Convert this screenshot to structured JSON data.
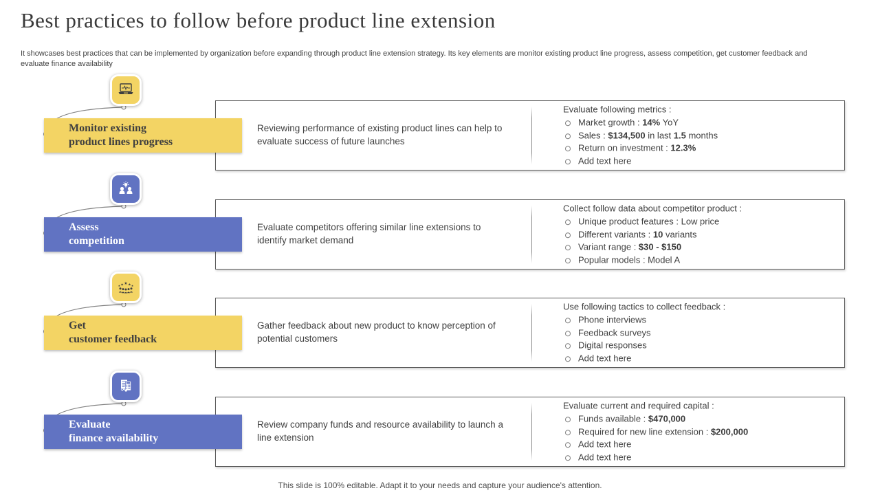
{
  "slide": {
    "title": "Best practices to follow before product line extension",
    "subtitle": "It showcases best practices that can be implemented by organization before expanding through product line extension strategy. Its key elements are monitor existing product line progress, assess competition, get customer feedback and evaluate finance availability",
    "footer": "This slide is 100% editable. Adapt it to your needs and capture your audience's attention."
  },
  "colors": {
    "yellow": "#f3d464",
    "blue": "#6173c2",
    "text_dark": "#3f3f3f",
    "box_border": "#595959"
  },
  "rows": [
    {
      "theme": "yellow",
      "icon": "laptop-chart-icon",
      "label_line1": "Monitor existing",
      "label_line2": "product lines progress",
      "description": "Reviewing performance of existing product lines can help to evaluate success of future launches",
      "details_heading": "Evaluate following metrics :",
      "bullets": [
        [
          {
            "t": "Market growth : ",
            "b": false
          },
          {
            "t": "14%",
            "b": true
          },
          {
            "t": " YoY",
            "b": false
          }
        ],
        [
          {
            "t": "Sales : ",
            "b": false
          },
          {
            "t": "$134,500",
            "b": true
          },
          {
            "t": " in last ",
            "b": false
          },
          {
            "t": "1.5",
            "b": true
          },
          {
            "t": " months",
            "b": false
          }
        ],
        [
          {
            "t": "Return on investment : ",
            "b": false
          },
          {
            "t": "12.3%",
            "b": true
          }
        ],
        [
          {
            "t": "Add text here",
            "b": false
          }
        ]
      ]
    },
    {
      "theme": "blue",
      "icon": "people-idea-icon",
      "label_line1": "Assess",
      "label_line2": "competition",
      "description": "Evaluate competitors offering similar line extensions to identify market demand",
      "details_heading": "Collect follow data about competitor product :",
      "bullets": [
        [
          {
            "t": "Unique product features : Low price",
            "b": false
          }
        ],
        [
          {
            "t": "Different variants : ",
            "b": false
          },
          {
            "t": "10",
            "b": true
          },
          {
            "t": " variants",
            "b": false
          }
        ],
        [
          {
            "t": "Variant range : ",
            "b": false
          },
          {
            "t": "$30 - $150",
            "b": true
          }
        ],
        [
          {
            "t": "Popular models : Model A",
            "b": false
          }
        ]
      ]
    },
    {
      "theme": "yellow",
      "icon": "customer-stars-icon",
      "label_line1": "Get",
      "label_line2": "customer feedback",
      "description": "Gather feedback about new product to know perception of potential customers",
      "details_heading": "Use following tactics to collect feedback :",
      "bullets": [
        [
          {
            "t": "Phone interviews",
            "b": false
          }
        ],
        [
          {
            "t": "Feedback surveys",
            "b": false
          }
        ],
        [
          {
            "t": "Digital responses",
            "b": false
          }
        ],
        [
          {
            "t": "Add text here",
            "b": false
          }
        ]
      ]
    },
    {
      "theme": "blue",
      "icon": "finance-calculator-icon",
      "label_line1": "Evaluate",
      "label_line2": "finance availability",
      "description": "Review company funds and resource availability to launch a line extension",
      "details_heading": "Evaluate current and required capital :",
      "bullets": [
        [
          {
            "t": "Funds available : ",
            "b": false
          },
          {
            "t": "$470,000",
            "b": true
          }
        ],
        [
          {
            "t": "Required for new line extension : ",
            "b": false
          },
          {
            "t": "$200,000",
            "b": true
          }
        ],
        [
          {
            "t": "Add text here",
            "b": false
          }
        ],
        [
          {
            "t": "Add text here",
            "b": false
          }
        ]
      ]
    }
  ]
}
